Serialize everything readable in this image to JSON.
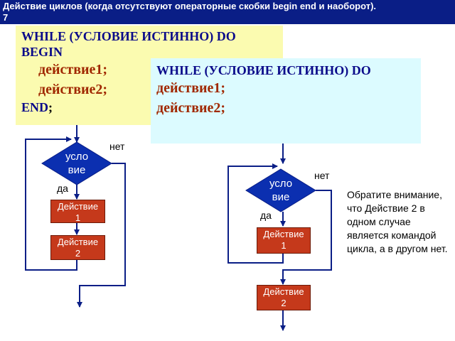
{
  "slide": {
    "title_line1": "Действие циклов (когда отсутствуют операторные скобки begin end и наоборот).",
    "title_line2": "7"
  },
  "code_with_begin": {
    "while_kw": "WHILE",
    "condition": "(УСЛОВИЕ ИСТИННО)",
    "do_kw": "DO",
    "begin_kw": "BEGIN",
    "action1": "действие1;",
    "action2": "действие2;",
    "end_kw": "END",
    "end_semicolon": ";"
  },
  "code_without_begin": {
    "while_kw": "WHILE",
    "condition": "(УСЛОВИЕ ИСТИННО)",
    "do_kw": "DO",
    "action1": "действие1;",
    "action2": "действие2;"
  },
  "flowchart_left": {
    "condition_line1": "усло",
    "condition_line2": "вие",
    "yes_label": "да",
    "no_label": "нет",
    "action1_line1": "Действие",
    "action1_line2": "1",
    "action2_line1": "Действие",
    "action2_line2": "2"
  },
  "flowchart_right": {
    "condition_line1": "усло",
    "condition_line2": "вие",
    "yes_label": "да",
    "no_label": "нет",
    "action1_line1": "Действие",
    "action1_line2": "1",
    "action2_line1": "Действие",
    "action2_line2": "2"
  },
  "note": "Обратите внимание, что Действие 2 в одном случае является командой цикла, а в другом нет.",
  "colors": {
    "title_bg": "#0a1e86",
    "yellow_box": "#fbfbb0",
    "cyan_box": "#dcfbff",
    "diamond": "#0b2fb0",
    "action_box": "#c5391b",
    "arrow": "#0a1e86"
  }
}
